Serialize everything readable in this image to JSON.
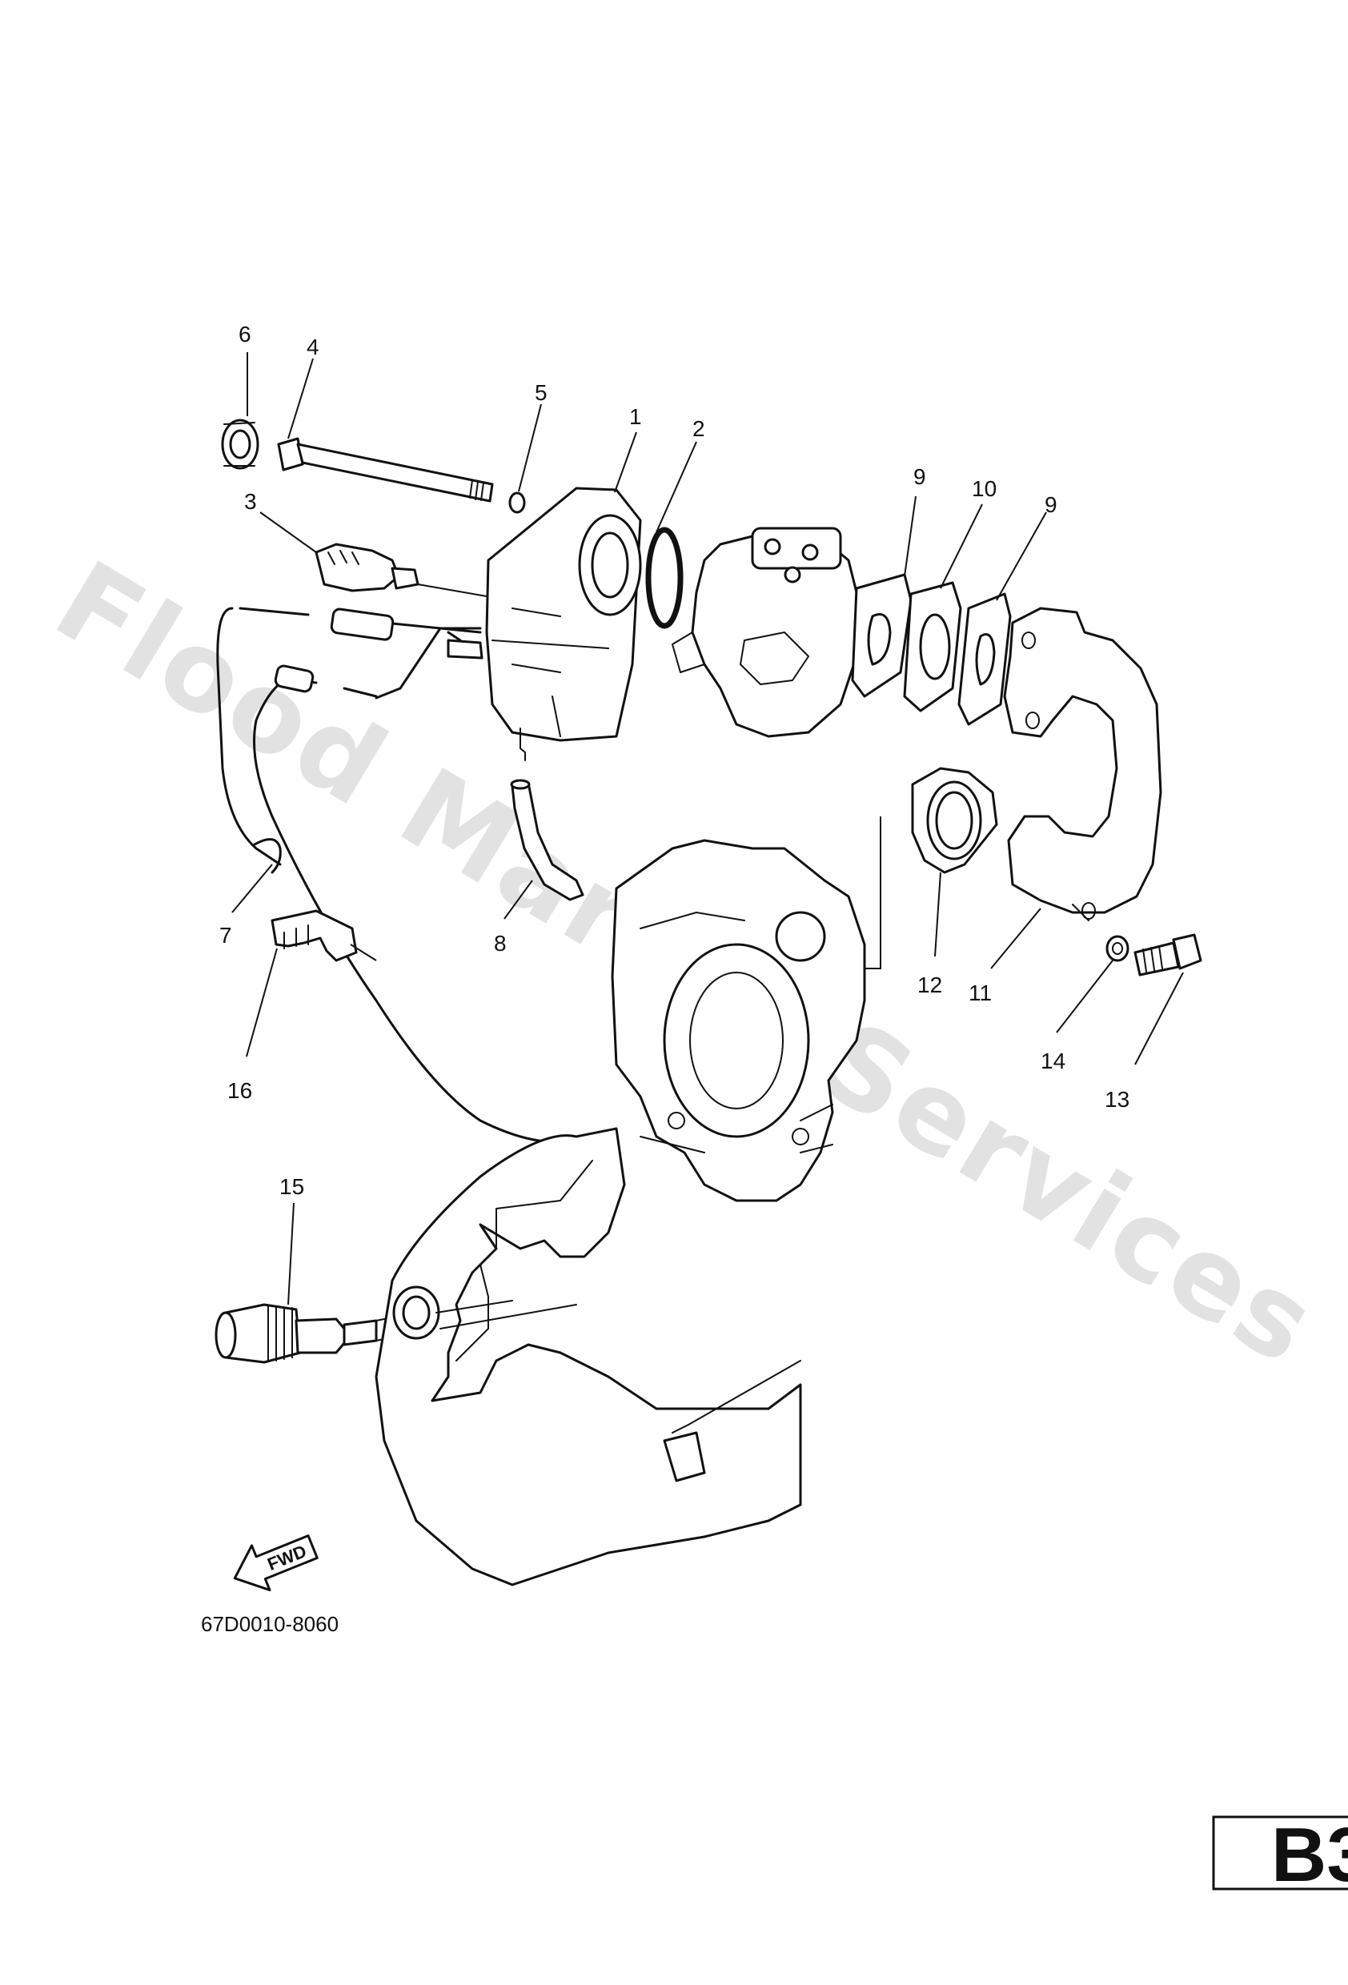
{
  "watermark": "Flood Marine Services",
  "callouts": {
    "c1": "1",
    "c2": "2",
    "c3": "3",
    "c4": "4",
    "c5": "5",
    "c6": "6",
    "c7": "7",
    "c8": "8",
    "c9a": "9",
    "c9b": "9",
    "c10": "10",
    "c11": "11",
    "c12": "12",
    "c13": "13",
    "c14": "14",
    "c15": "15",
    "c16": "16"
  },
  "fwd_label": "FWD",
  "diagram_code": "67D0010-8060",
  "page_badge": "B3"
}
